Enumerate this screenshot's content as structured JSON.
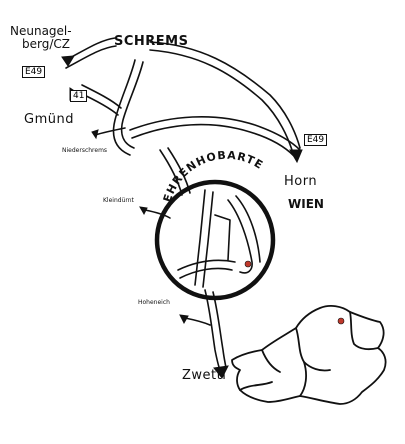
{
  "map": {
    "ring_title": "EHRENHOBARTEN",
    "places": {
      "neunagelberg_line1": "Neunagel-",
      "neunagelberg_line2": "berg/CZ",
      "schrems": "SCHREMS",
      "gmuend": "Gmünd",
      "niederschrems": "Niederschrems",
      "horn": "Horn",
      "wien": "WIEN",
      "kleinduernt": "Kleindürnt",
      "hoheneich": "Hoheneich",
      "zwettl": "Zwettl"
    },
    "road_badges": {
      "e49_west": "E49",
      "route_41": "41",
      "e49_east": "E49"
    },
    "colors": {
      "ink": "#111111",
      "marker": "#c0392b",
      "paper": "#ffffff"
    }
  }
}
